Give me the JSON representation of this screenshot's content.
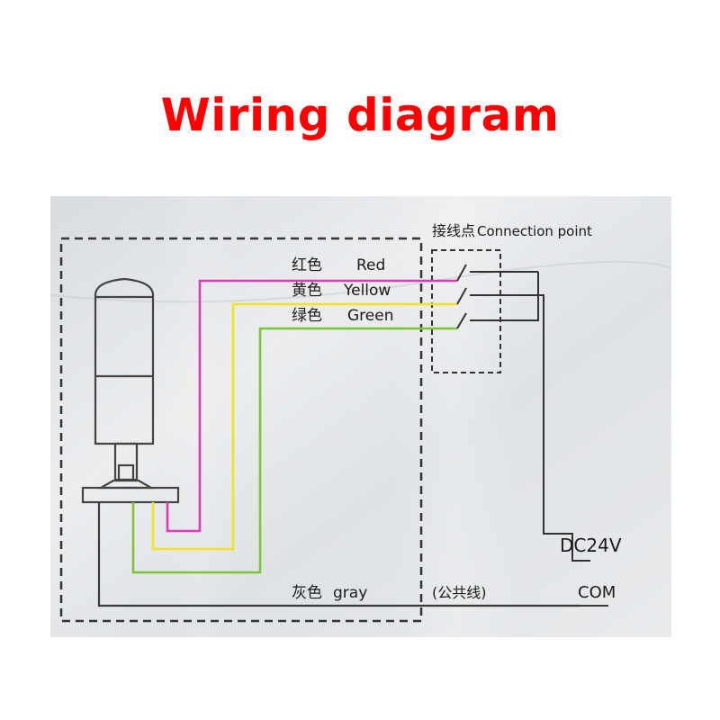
{
  "title": "Wiring diagram",
  "connection_point": {
    "label_cn": "接线点",
    "label_en": "Connection point"
  },
  "wires": [
    {
      "label_cn": "红色",
      "label_en": "Red",
      "color": "#e03ab0"
    },
    {
      "label_cn": "黄色",
      "label_en": "Yellow",
      "color": "#f2e41c"
    },
    {
      "label_cn": "绿色",
      "label_en": "Green",
      "color": "#7cc436"
    }
  ],
  "gray_wire": {
    "label_cn": "灰色",
    "label_en": "gray",
    "color": "#3a3a3a"
  },
  "common_line": "(公共线)",
  "supply": {
    "dc": "DC24V",
    "com": "COM"
  },
  "colors": {
    "title": "#ff0000",
    "background": "#ffffff",
    "paper": "#e4e6e8",
    "ink": "#333333"
  }
}
